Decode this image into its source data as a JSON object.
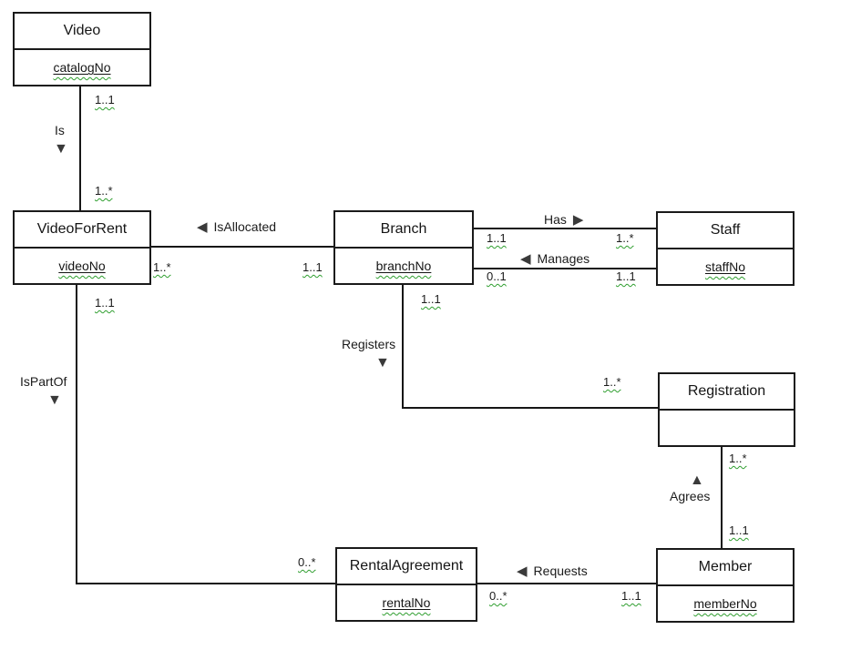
{
  "colors": {
    "background": "#ffffff",
    "box_border": "#1a1a1a",
    "connector": "#161616",
    "text": "#1b1b1b",
    "arrow": "#3a3a3a",
    "squiggle_underline": "#2f9e2f"
  },
  "icons": {
    "left_triangle": "◀",
    "right_triangle": "▶",
    "down_triangle": "▼",
    "up_triangle": "▲"
  },
  "entities": {
    "video": {
      "title": "Video",
      "attr": "catalogNo"
    },
    "video_for_rent": {
      "title": "VideoForRent",
      "attr": "videoNo"
    },
    "branch": {
      "title": "Branch",
      "attr": "branchNo"
    },
    "staff": {
      "title": "Staff",
      "attr": "staffNo"
    },
    "registration": {
      "title": "Registration",
      "attr": ""
    },
    "rental_agreement": {
      "title": "RentalAgreement",
      "attr": "rentalNo"
    },
    "member": {
      "title": "Member",
      "attr": "memberNo"
    }
  },
  "relationships": {
    "is": {
      "label": "Is",
      "video_mult": "1..1",
      "video_for_rent_mult": "1..*"
    },
    "is_allocated": {
      "label": "IsAllocated",
      "video_for_rent_mult": "1..*",
      "branch_mult": "1..1"
    },
    "has": {
      "label": "Has",
      "branch_mult": "1..1",
      "staff_mult": "1..*"
    },
    "manages": {
      "label": "Manages",
      "branch_mult": "0..1",
      "staff_mult": "1..1"
    },
    "registers": {
      "label": "Registers",
      "branch_mult": "1..1",
      "registration_mult": "1..*"
    },
    "agrees": {
      "label": "Agrees",
      "registration_mult": "1..*",
      "member_mult": "1..1"
    },
    "is_part_of": {
      "label": "IsPartOf",
      "video_for_rent_mult": "1..1",
      "rental_agreement_mult": "0..*"
    },
    "requests": {
      "label": "Requests",
      "rental_agreement_mult": "0..*",
      "member_mult": "1..1"
    }
  }
}
